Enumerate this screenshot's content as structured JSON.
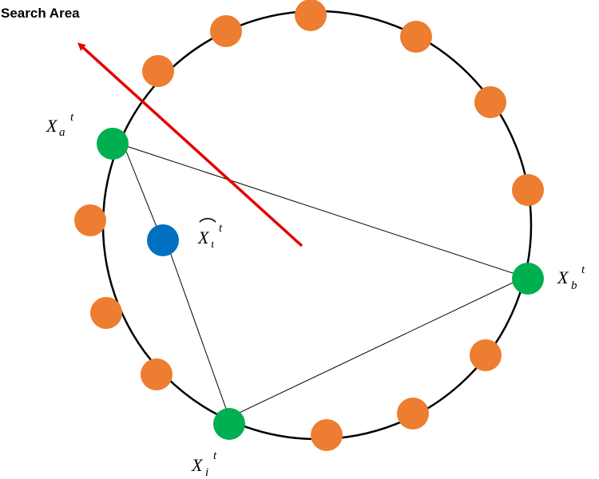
{
  "title": "Search Area",
  "labels": {
    "x_a": {
      "base": "X",
      "sub": "a",
      "sup": "t"
    },
    "x_b": {
      "base": "X",
      "sub": "b",
      "sup": "t"
    },
    "x_i": {
      "base": "X",
      "sub": "i",
      "sup": "t"
    },
    "x_i_hat": {
      "base": "X",
      "sub": "ι",
      "sup": "t",
      "hat": "⌒"
    }
  },
  "colors": {
    "orange": "#ED7D31",
    "green": "#00B050",
    "blue": "#0070C0",
    "arrow": "#E30000",
    "circle": "#000000",
    "triangle": "#000000"
  }
}
